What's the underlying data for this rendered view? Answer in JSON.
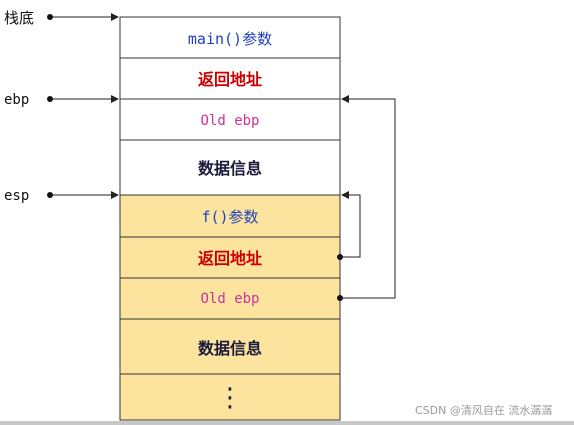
{
  "colors": {
    "code_blue": "#1f3fbf",
    "red": "#cc0000",
    "magenta": "#cc3399",
    "dark": "#1a1a3a",
    "highlight": "#fde49e",
    "border": "#333333"
  },
  "pointers": {
    "stack_bottom": "栈底",
    "ebp": "ebp",
    "esp": "esp"
  },
  "cells": [
    {
      "key": "main_args",
      "text": "main()参数",
      "style": "code",
      "highlight": false
    },
    {
      "key": "ret_addr_1",
      "text": "返回地址",
      "style": "red",
      "highlight": false
    },
    {
      "key": "old_ebp_1",
      "text": "Old ebp",
      "style": "magenta",
      "highlight": false
    },
    {
      "key": "data_info_1",
      "text": "数据信息",
      "style": "dark",
      "highlight": false
    },
    {
      "key": "f_args",
      "text": "f()参数",
      "style": "code",
      "highlight": true
    },
    {
      "key": "ret_addr_2",
      "text": "返回地址",
      "style": "red",
      "highlight": true
    },
    {
      "key": "old_ebp_2",
      "text": "Old ebp",
      "style": "magenta",
      "highlight": true
    },
    {
      "key": "data_info_2",
      "text": "数据信息",
      "style": "dark",
      "highlight": true
    },
    {
      "key": "ellipsis",
      "text": "⋮",
      "style": "dark",
      "highlight": true
    }
  ],
  "watermark": "CSDN @清风自在 流水潺潺"
}
